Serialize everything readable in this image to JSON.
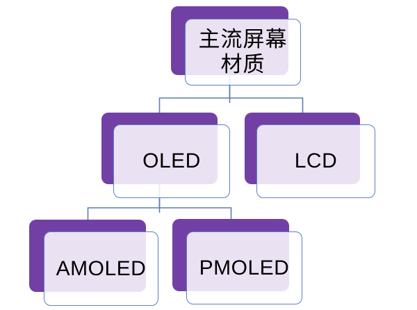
{
  "diagram": {
    "type": "hierarchy-tree",
    "description": "Mainstream screen material types tree diagram",
    "nodes": [
      {
        "id": "root",
        "label": "主流屏幕材质",
        "lines": [
          "主流屏幕",
          "材质"
        ],
        "parent": null,
        "level": 0
      },
      {
        "id": "oled",
        "label": "OLED",
        "lines": [
          "OLED"
        ],
        "parent": "root",
        "level": 1
      },
      {
        "id": "lcd",
        "label": "LCD",
        "lines": [
          "LCD"
        ],
        "parent": "root",
        "level": 1
      },
      {
        "id": "amoled",
        "label": "AMOLED",
        "lines": [
          "AMOLED"
        ],
        "parent": "oled",
        "level": 2
      },
      {
        "id": "pmoled",
        "label": "PMOLED",
        "lines": [
          "PMOLED"
        ],
        "parent": "oled",
        "level": 2
      }
    ],
    "colors": {
      "shadow_purple": "#7240A5",
      "box_fill": "rgba(255,255,255,0.85)",
      "box_border": "#5C7FC3",
      "connector_blue": "#5B7DB1",
      "text": "#000000",
      "background": "#FFFFFF"
    }
  }
}
